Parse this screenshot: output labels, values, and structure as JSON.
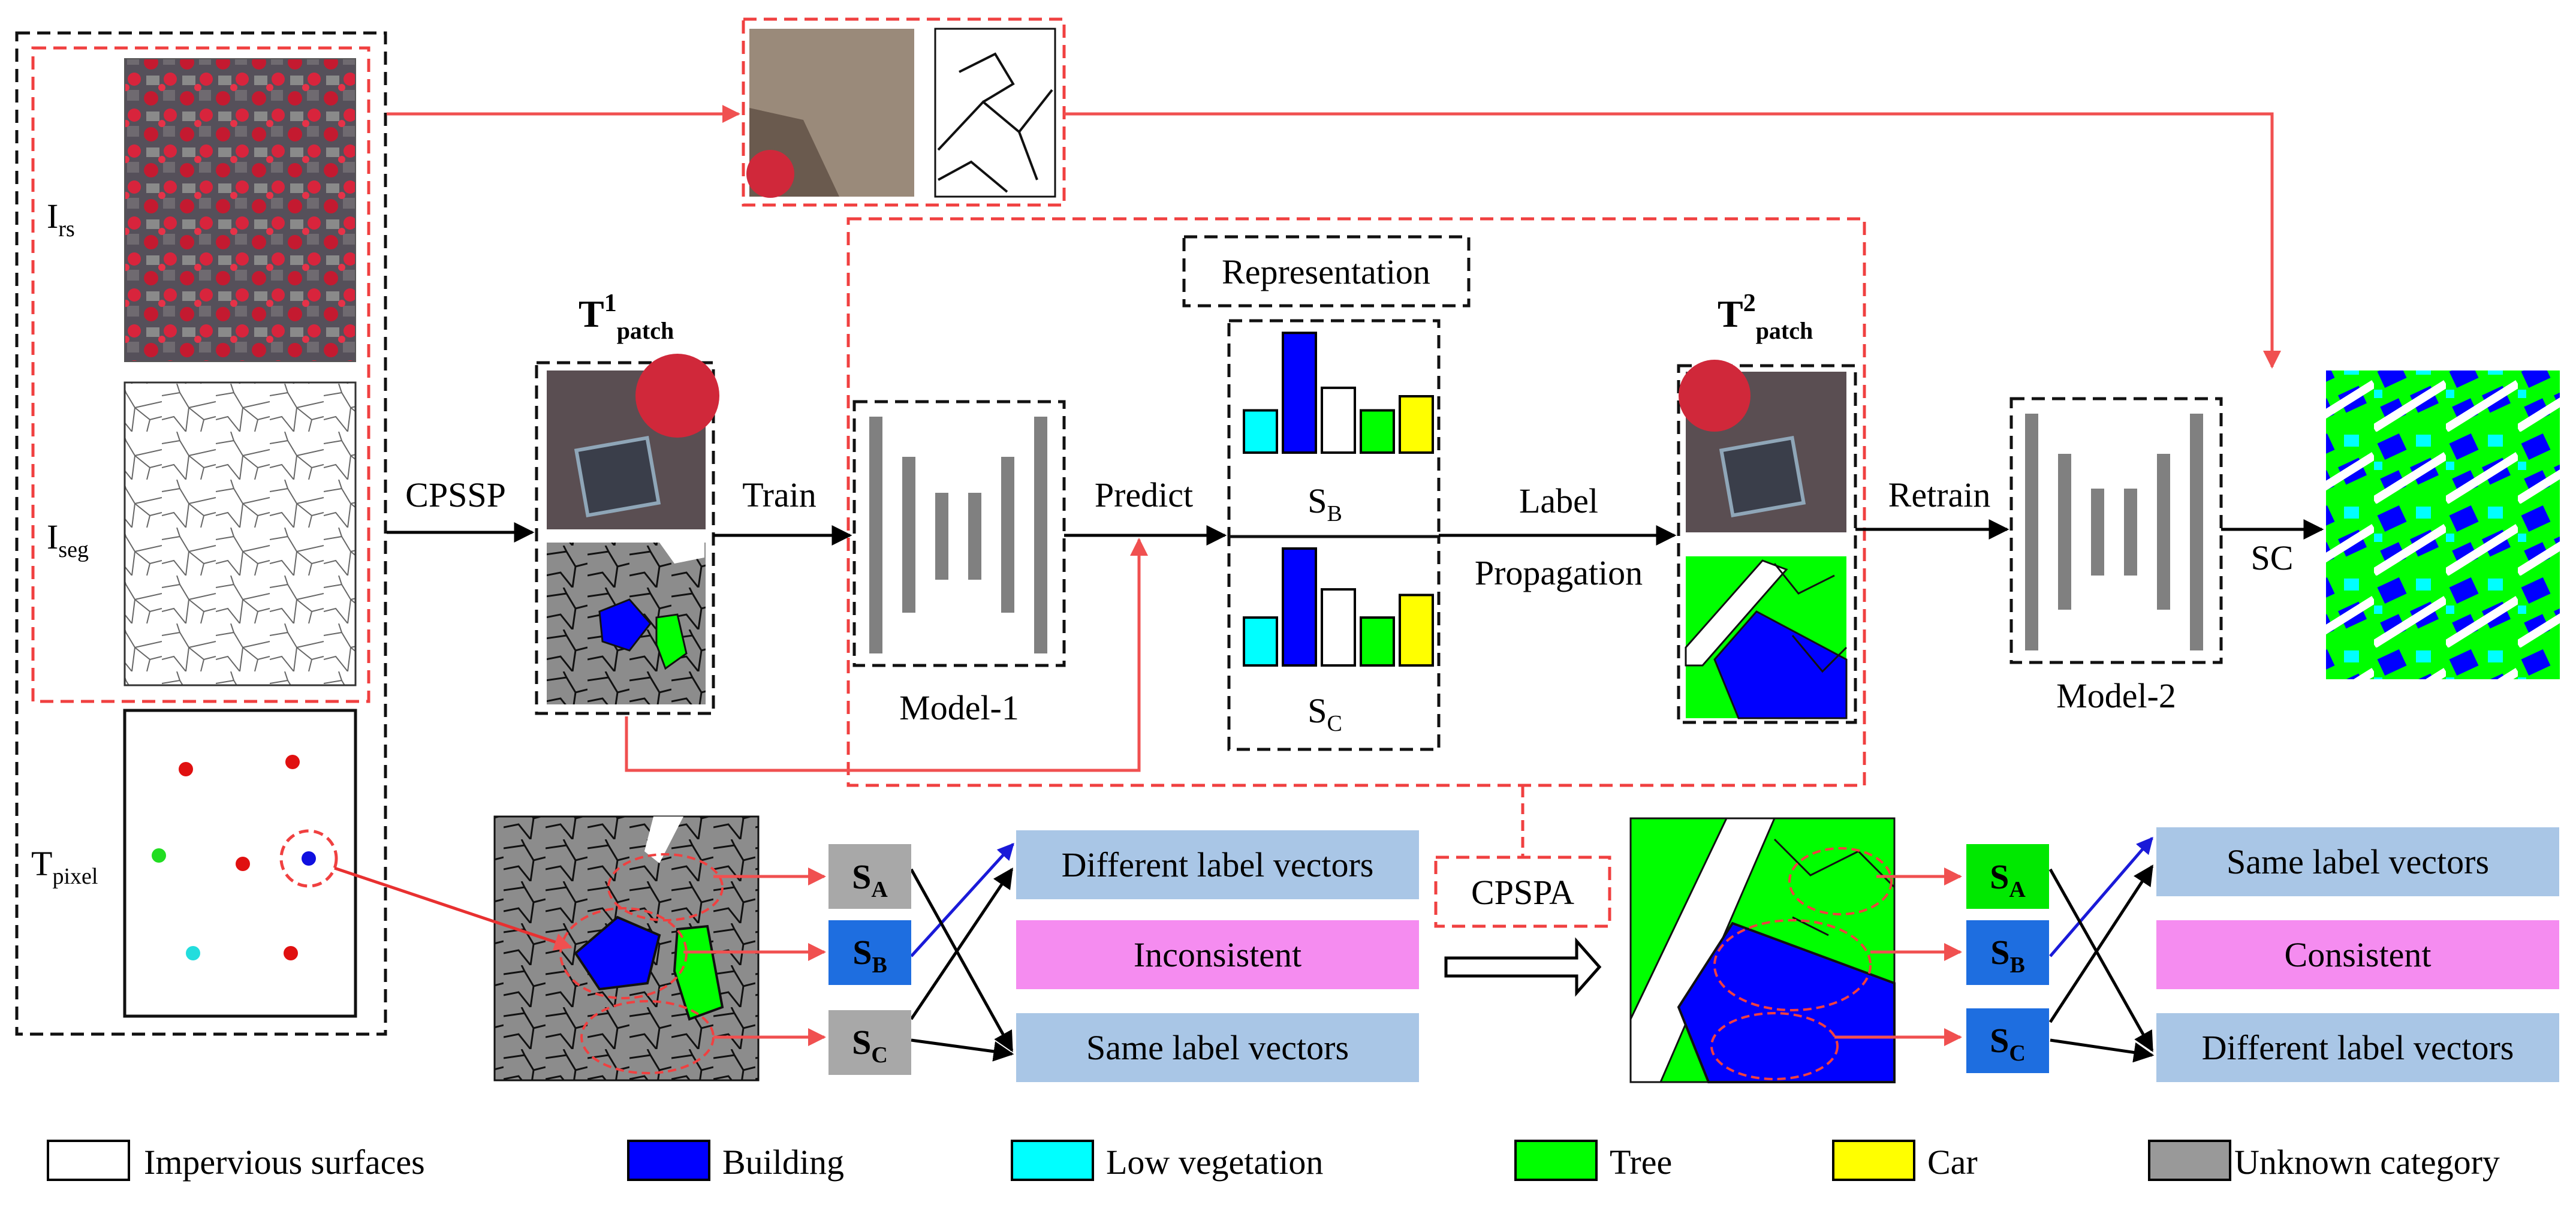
{
  "labels": {
    "irs_main": "I",
    "irs_sub": "rs",
    "iseg_main": "I",
    "iseg_sub": "seg",
    "tpixel_main": "T",
    "tpixel_sub": "pixel",
    "t1_main": "T",
    "t1_sup": "1",
    "t1_sub": "patch",
    "t2_main": "T",
    "t2_sup": "2",
    "t2_sub": "patch",
    "cpssp": "CPSSP",
    "train": "Train",
    "predict": "Predict",
    "representation": "Representation",
    "sb_main": "S",
    "sb_sub": "B",
    "sc_main": "S",
    "sc_sub": "C",
    "label": "Label",
    "propagation": "Propagation",
    "retrain": "Retrain",
    "sc_out": "SC",
    "model1": "Model-1",
    "model2": "Model-2",
    "cpspa": "CPSPA"
  },
  "left_panel": {
    "s_main": "S",
    "sa_sub": "A",
    "sb_sub": "B",
    "sc_sub": "C",
    "boxes": [
      "Different label vectors",
      "Inconsistent",
      "Same label vectors"
    ]
  },
  "right_panel": {
    "s_main": "S",
    "sa_sub": "A",
    "sb_sub": "B",
    "sc_sub": "C",
    "boxes": [
      "Same label vectors",
      "Consistent",
      "Different label vectors"
    ]
  },
  "bar_colors": [
    "#00ffff",
    "#0000ff",
    "#ffffff",
    "#00ff00",
    "#ffff00"
  ],
  "bar_values_sb": [
    0.3,
    0.85,
    0.46,
    0.3,
    0.4
  ],
  "bar_values_sc": [
    0.34,
    0.83,
    0.54,
    0.34,
    0.5
  ],
  "legend": [
    {
      "label": "Impervious surfaces",
      "color": "#ffffff"
    },
    {
      "label": "Building",
      "color": "#0000ff"
    },
    {
      "label": "Low vegetation",
      "color": "#00ffff"
    },
    {
      "label": "Tree",
      "color": "#00ff00"
    },
    {
      "label": "Car",
      "color": "#ffff00"
    },
    {
      "label": "Unknown category",
      "color": "#999999"
    }
  ],
  "colors": {
    "arrow_red": "#f05050",
    "dash_red": "#f04040",
    "box_blue": "#a9c6e6",
    "box_pink": "#f58cf0",
    "sbox_gray": "#a8a8a8",
    "sbox_green": "#00e800",
    "sbox_blue": "#1e6ee0"
  }
}
